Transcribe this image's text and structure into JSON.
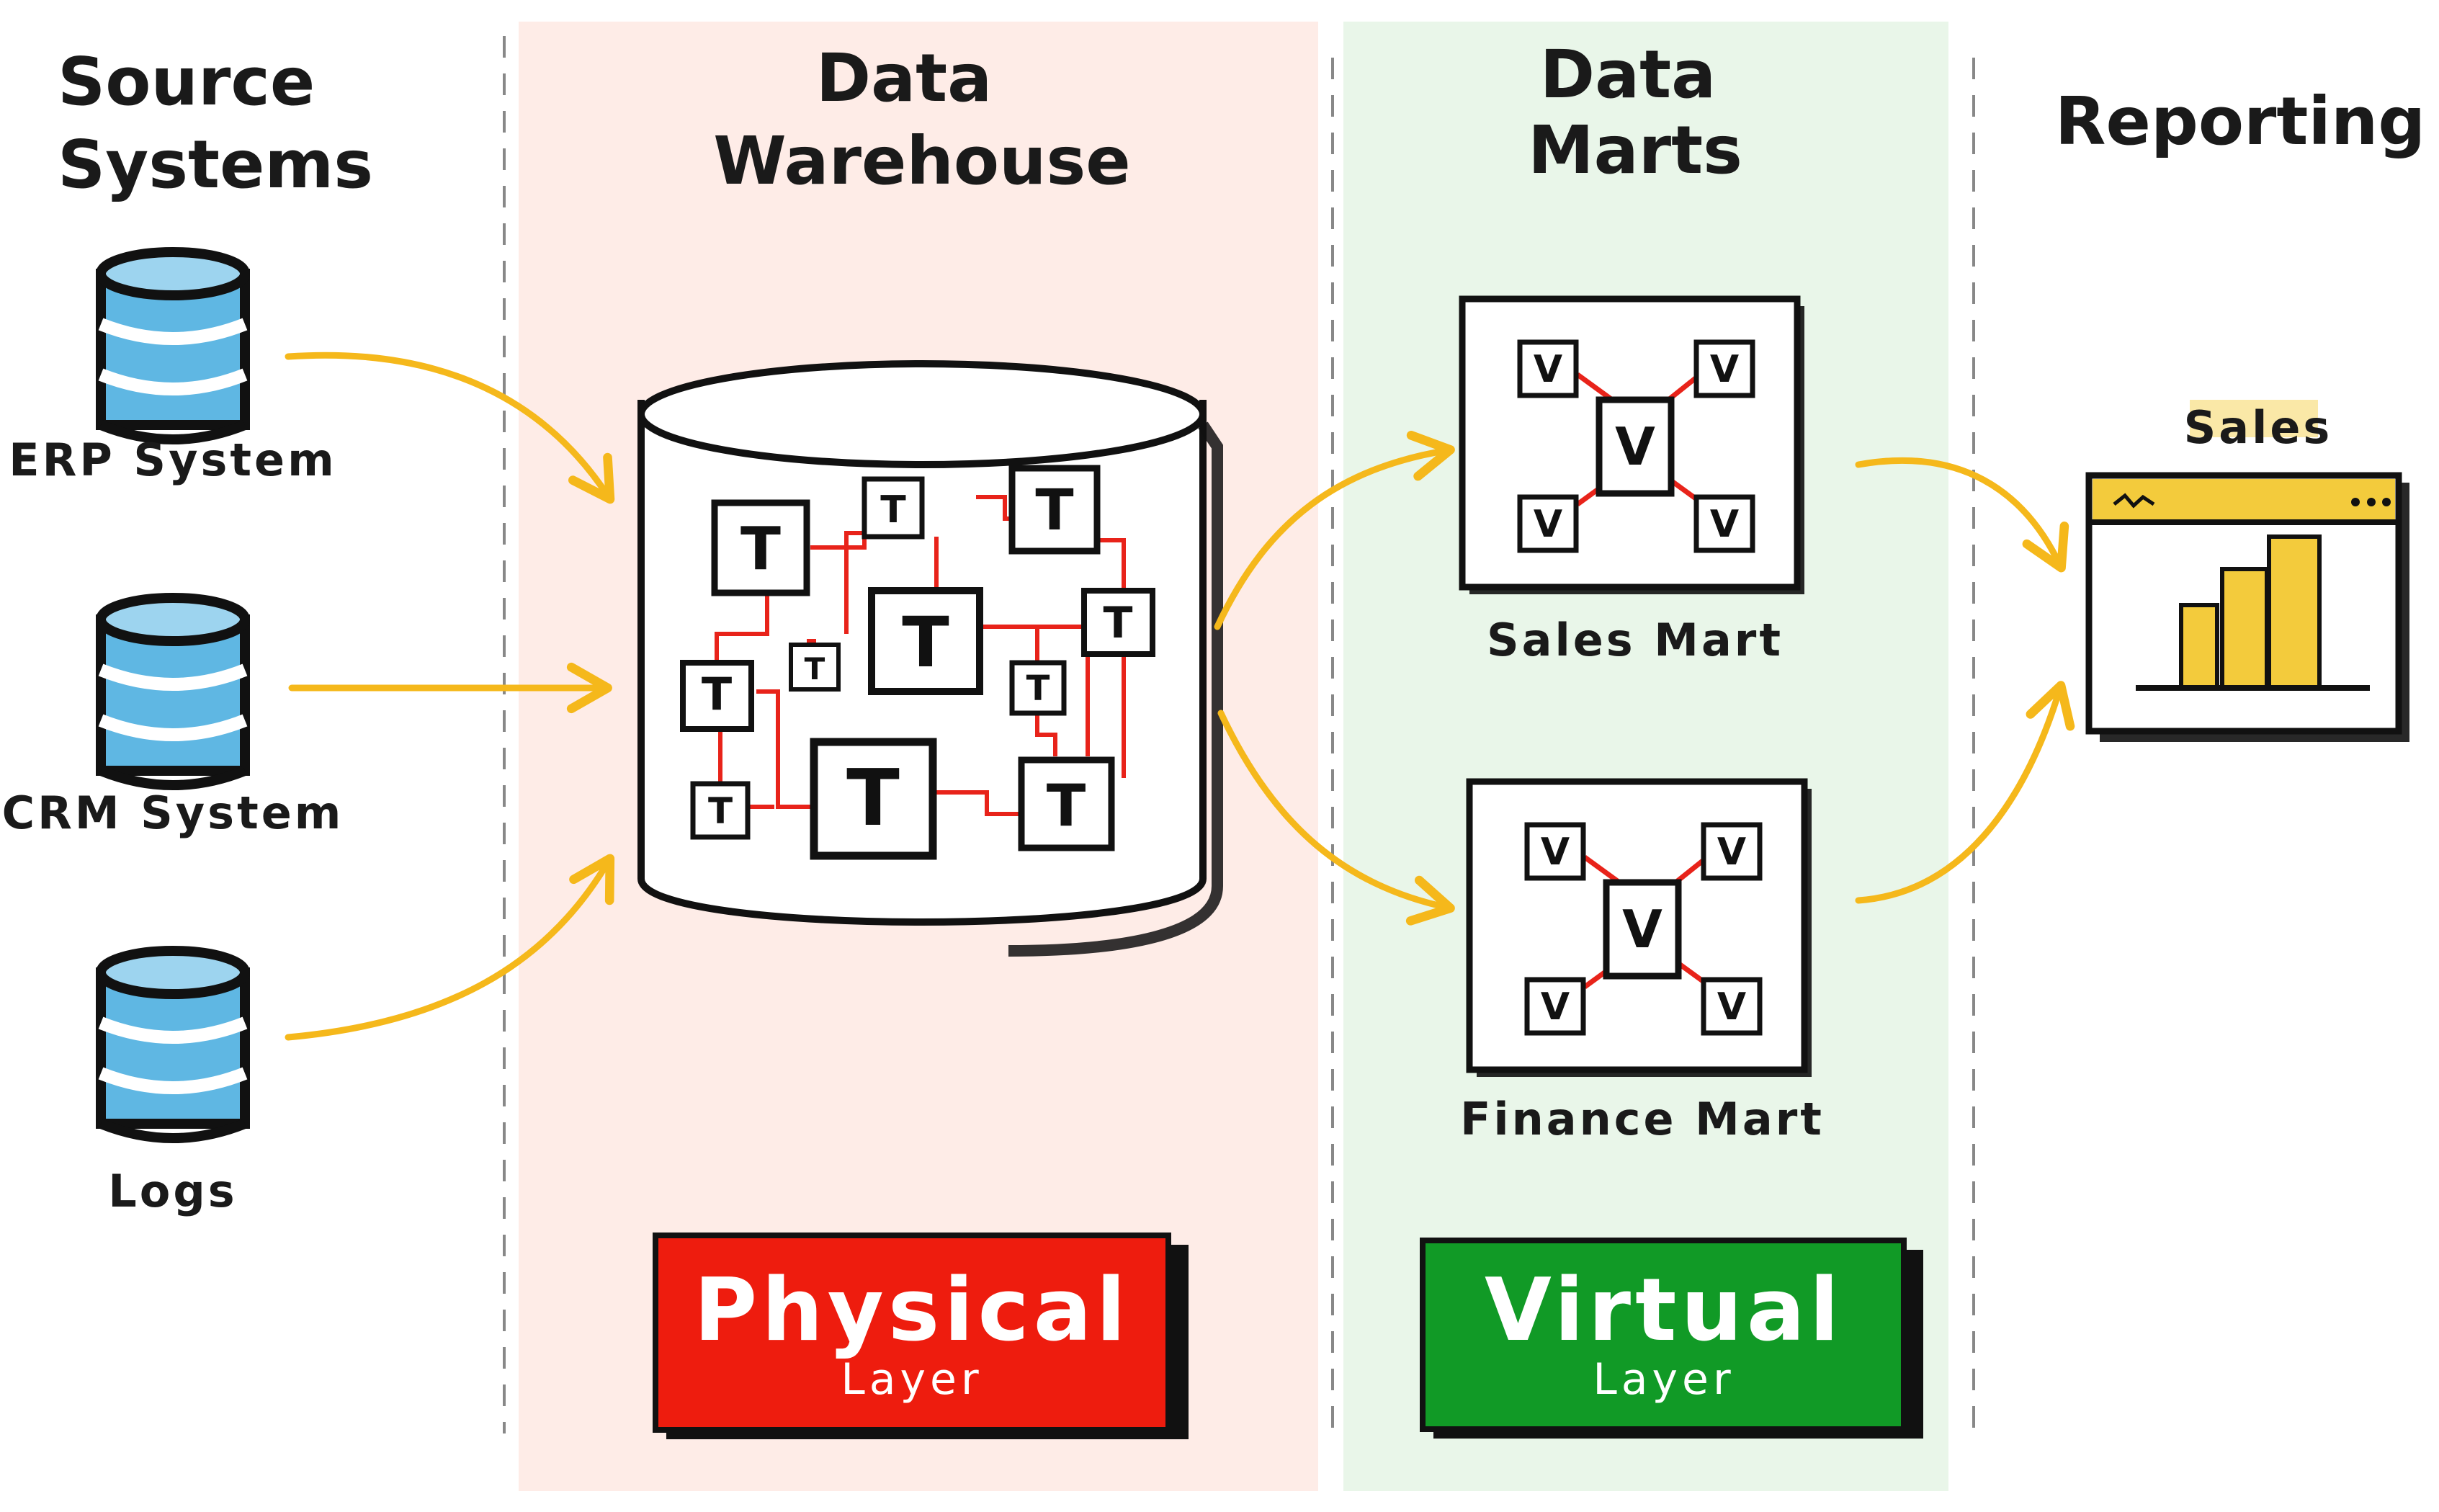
{
  "columns": {
    "source": "Source Systems",
    "warehouse_line1": "Data",
    "warehouse_line2": "Warehouse",
    "marts_line1": "Data",
    "marts_line2": "Marts",
    "reporting": "Reporting"
  },
  "sources": [
    {
      "label": "ERP System"
    },
    {
      "label": "CRM System"
    },
    {
      "label": "Logs"
    }
  ],
  "warehouse": {
    "table_glyph": "T"
  },
  "marts": [
    {
      "label": "Sales Mart",
      "view_glyph": "V"
    },
    {
      "label": "Finance Mart",
      "view_glyph": "V"
    }
  ],
  "report": {
    "label": "Sales"
  },
  "layers": {
    "physical": {
      "title": "Physical",
      "subtitle": "Layer",
      "color": "#ee1c0e"
    },
    "virtual": {
      "title": "Virtual",
      "subtitle": "Layer",
      "color": "#119a26"
    }
  },
  "colors": {
    "arrow": "#f5b81b",
    "db_blue": "#5fb7e3",
    "link_red": "#e8231a",
    "chart_yellow": "#f3cb3c"
  },
  "icons": {
    "database": "database-icon",
    "report": "browser-chart-icon"
  }
}
